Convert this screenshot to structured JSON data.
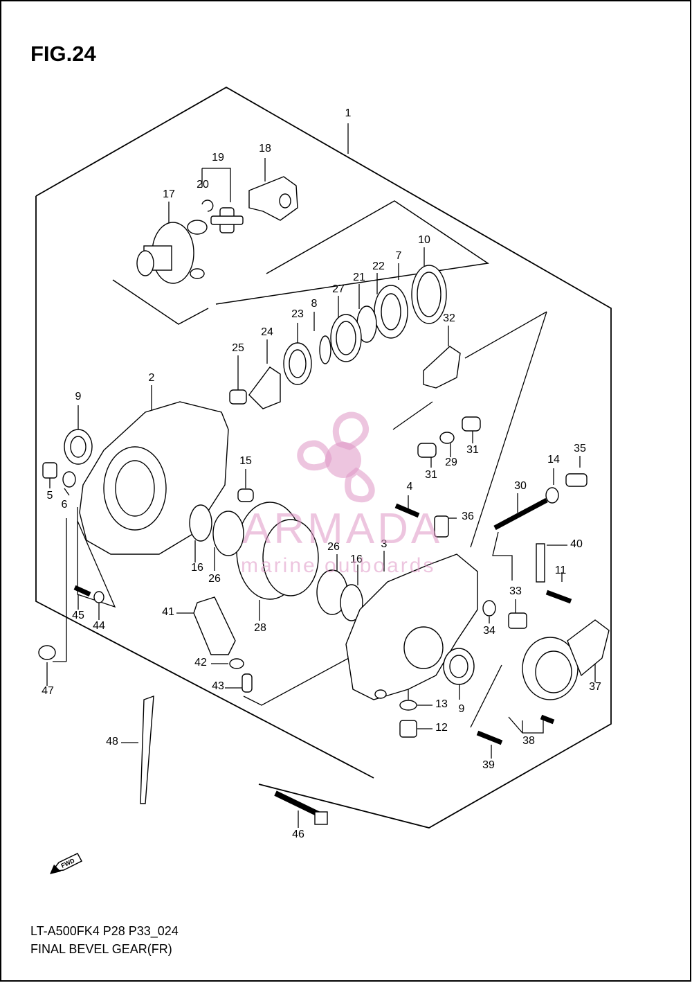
{
  "figure": {
    "title": "FIG.24",
    "model_code": "LT-A500FK4 P28 P33_024",
    "subtitle": "FINAL BEVEL GEAR(FR)",
    "fwd_label": "FWD"
  },
  "watermark": {
    "name": "ARMADA",
    "tagline": "marine outboards",
    "color": "#de96c4"
  },
  "callouts": [
    {
      "id": "c1",
      "label": "1"
    },
    {
      "id": "c2",
      "label": "2"
    },
    {
      "id": "c3",
      "label": "3"
    },
    {
      "id": "c4",
      "label": "4"
    },
    {
      "id": "c5",
      "label": "5"
    },
    {
      "id": "c6",
      "label": "6"
    },
    {
      "id": "c7",
      "label": "7"
    },
    {
      "id": "c8",
      "label": "8"
    },
    {
      "id": "c9a",
      "label": "9"
    },
    {
      "id": "c9b",
      "label": "9"
    },
    {
      "id": "c10",
      "label": "10"
    },
    {
      "id": "c11",
      "label": "11"
    },
    {
      "id": "c12",
      "label": "12"
    },
    {
      "id": "c13",
      "label": "13"
    },
    {
      "id": "c14",
      "label": "14"
    },
    {
      "id": "c15",
      "label": "15"
    },
    {
      "id": "c16a",
      "label": "16"
    },
    {
      "id": "c16b",
      "label": "16"
    },
    {
      "id": "c17",
      "label": "17"
    },
    {
      "id": "c18",
      "label": "18"
    },
    {
      "id": "c19",
      "label": "19"
    },
    {
      "id": "c20",
      "label": "20"
    },
    {
      "id": "c21",
      "label": "21"
    },
    {
      "id": "c22",
      "label": "22"
    },
    {
      "id": "c23",
      "label": "23"
    },
    {
      "id": "c24",
      "label": "24"
    },
    {
      "id": "c25",
      "label": "25"
    },
    {
      "id": "c26a",
      "label": "26"
    },
    {
      "id": "c26b",
      "label": "26"
    },
    {
      "id": "c27",
      "label": "27"
    },
    {
      "id": "c28",
      "label": "28"
    },
    {
      "id": "c29",
      "label": "29"
    },
    {
      "id": "c30",
      "label": "30"
    },
    {
      "id": "c31a",
      "label": "31"
    },
    {
      "id": "c31b",
      "label": "31"
    },
    {
      "id": "c32",
      "label": "32"
    },
    {
      "id": "c33",
      "label": "33"
    },
    {
      "id": "c34",
      "label": "34"
    },
    {
      "id": "c35",
      "label": "35"
    },
    {
      "id": "c36",
      "label": "36"
    },
    {
      "id": "c37",
      "label": "37"
    },
    {
      "id": "c38",
      "label": "38"
    },
    {
      "id": "c39",
      "label": "39"
    },
    {
      "id": "c40",
      "label": "40"
    },
    {
      "id": "c41",
      "label": "41"
    },
    {
      "id": "c42",
      "label": "42"
    },
    {
      "id": "c43",
      "label": "43"
    },
    {
      "id": "c44",
      "label": "44"
    },
    {
      "id": "c45",
      "label": "45"
    },
    {
      "id": "c46",
      "label": "46"
    },
    {
      "id": "c47",
      "label": "47"
    },
    {
      "id": "c48",
      "label": "48"
    }
  ]
}
